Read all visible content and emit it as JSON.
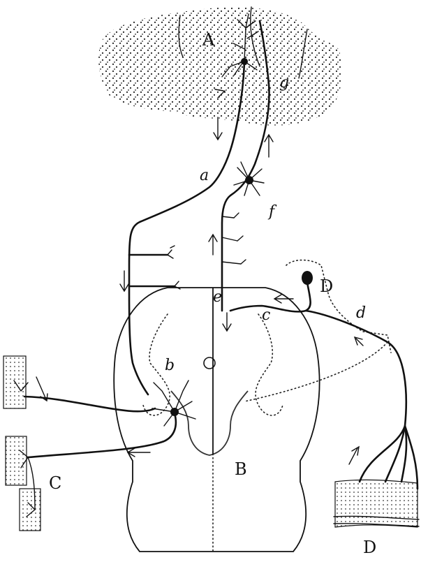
{
  "labels": {
    "cortex": "A",
    "spinal_cord": "B",
    "muscle_left": "C",
    "sensory_right_top": "D",
    "sensory_right_bottom": "D",
    "pyramidal_tract": "a",
    "motor_neuron": "b",
    "collateral": "c",
    "dorsal_root": "d",
    "dorsal_column": "e",
    "relay_cell": "f",
    "ascending_fiber": "g"
  }
}
